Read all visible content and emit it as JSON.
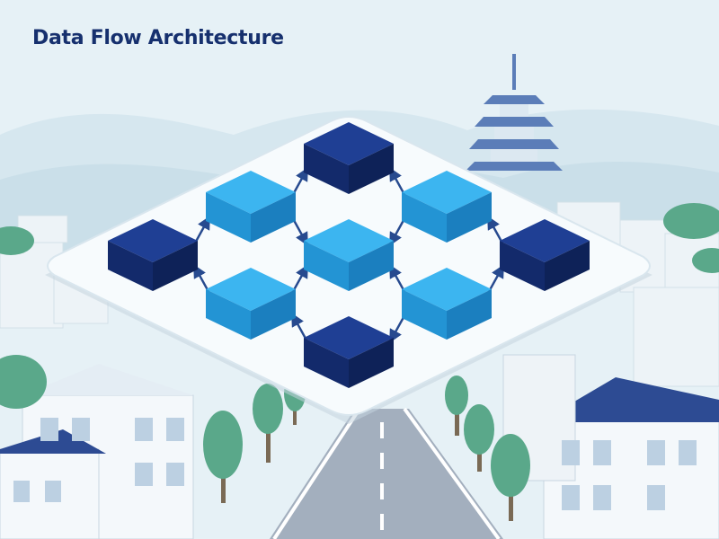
{
  "diagram": {
    "title": "Data Flow Architecture",
    "colors": {
      "sky": "#e6f1f6",
      "hills": "#cfe3ec",
      "platform": "#f7fbfd",
      "node_dark": "#1d3a8a",
      "node_light": "#2aa5e6",
      "arrow": "#274a8f",
      "tree": "#5aa88a",
      "road": "#9aa7b8",
      "building": "#eef3f7",
      "roof": "#2d4b93"
    },
    "nodes": [
      {
        "id": "top",
        "tone": "dark"
      },
      {
        "id": "upper-left",
        "tone": "light"
      },
      {
        "id": "upper-right",
        "tone": "light"
      },
      {
        "id": "center",
        "tone": "light"
      },
      {
        "id": "left",
        "tone": "dark"
      },
      {
        "id": "right",
        "tone": "dark"
      },
      {
        "id": "lower-left",
        "tone": "light"
      },
      {
        "id": "lower-right",
        "tone": "light"
      },
      {
        "id": "bottom",
        "tone": "dark"
      }
    ],
    "edges": [
      {
        "from": "upper-left",
        "to": "top"
      },
      {
        "from": "upper-right",
        "to": "top"
      },
      {
        "from": "left",
        "to": "upper-left"
      },
      {
        "from": "upper-left",
        "to": "center"
      },
      {
        "from": "upper-right",
        "to": "center"
      },
      {
        "from": "right",
        "to": "upper-right"
      },
      {
        "from": "lower-left",
        "to": "left"
      },
      {
        "from": "lower-left",
        "to": "center"
      },
      {
        "from": "lower-right",
        "to": "center"
      },
      {
        "from": "lower-right",
        "to": "right"
      },
      {
        "from": "bottom",
        "to": "lower-left"
      },
      {
        "from": "lower-right",
        "to": "bottom"
      }
    ]
  }
}
